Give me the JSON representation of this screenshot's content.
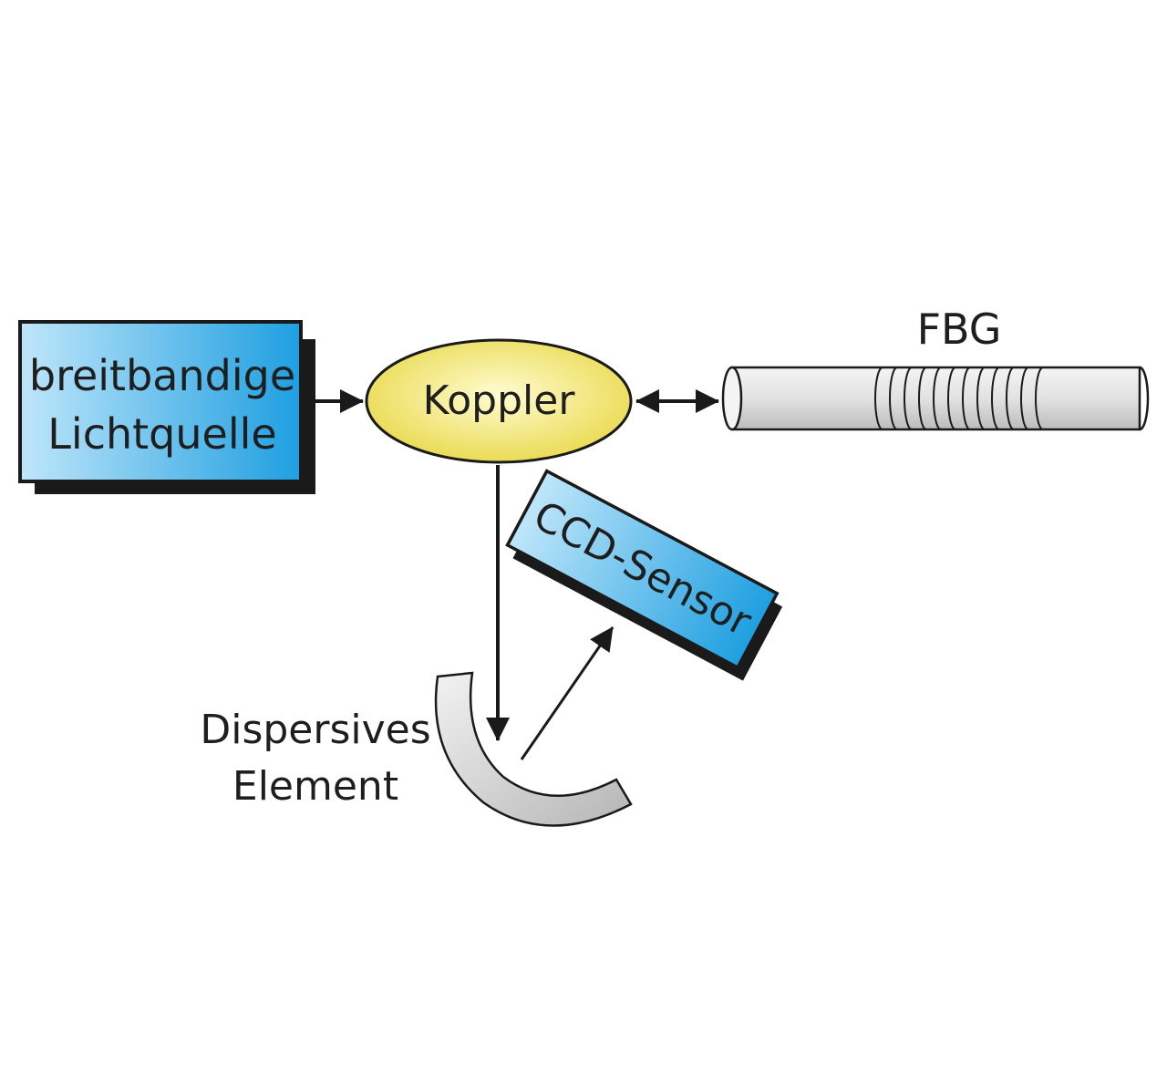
{
  "diagram": {
    "light_source": {
      "line1": "breitbandige",
      "line2": "Lichtquelle"
    },
    "coupler": {
      "label": "Koppler"
    },
    "fbg": {
      "label": "FBG"
    },
    "ccd": {
      "label": "CCD-Sensor"
    },
    "dispersive": {
      "line1": "Dispersives",
      "line2": "Element"
    }
  },
  "colors": {
    "box_blue_light": "#bfe6fa",
    "box_blue_dark": "#1e9fe0",
    "coupler_light": "#fffcd0",
    "coupler_dark": "#e8d84a",
    "fiber_light": "#f2f2f2",
    "fiber_dark": "#bdbdbd",
    "outline": "#1a1a1a"
  }
}
